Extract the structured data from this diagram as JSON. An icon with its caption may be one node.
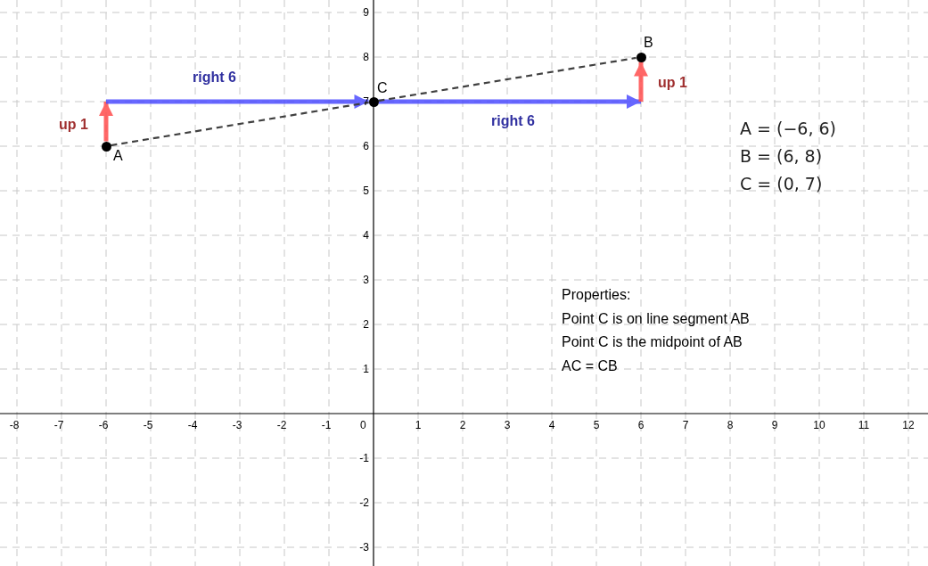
{
  "diagram": {
    "nodes": [
      {
        "text": [],
        "shape": "circle",
        "beside": [
          "A"
        ]
      },
      {
        "text": [],
        "shape": "circle",
        "beside": [
          "C"
        ]
      },
      {
        "text": [],
        "shape": "circle",
        "beside": [
          "B"
        ]
      }
    ],
    "edges": [
      {
        "from": 0,
        "to": null,
        "arrow": "to",
        "label": "up 1",
        "color": "#ff4d4d"
      },
      {
        "from": null,
        "to": 1,
        "arrow": "to",
        "label": "right 6",
        "color": "#4d4dff"
      },
      {
        "from": 1,
        "to": null,
        "arrow": "to",
        "label": "right 6",
        "color": "#4d4dff"
      },
      {
        "from": null,
        "to": 2,
        "arrow": "to",
        "label": "up 1",
        "color": "#ff4d4d"
      },
      {
        "from": 0,
        "to": 1,
        "arrow": "none",
        "style": "dashed",
        "color": "#404040"
      },
      {
        "from": 1,
        "to": 2,
        "arrow": "none",
        "style": "dashed",
        "color": "#404040"
      }
    ],
    "labels": [
      "9",
      "8",
      "7",
      "6",
      "5",
      "4",
      "3",
      "2",
      "1",
      "-8",
      "-7",
      "-6",
      "-5",
      "-4",
      "-3",
      "-2",
      "-1",
      "0",
      "1",
      "2",
      "3",
      "4",
      "5",
      "6",
      "7",
      "8",
      "9",
      "10",
      "11",
      "12",
      "-1",
      "-2",
      "-3",
      "A = (−6, 6)",
      "B = (6, 8)",
      "C = (0, 7)",
      "Properties:",
      "Point C is on line segment AB",
      "Point C is the midpoint of AB",
      "AC = CB"
    ]
  }
}
